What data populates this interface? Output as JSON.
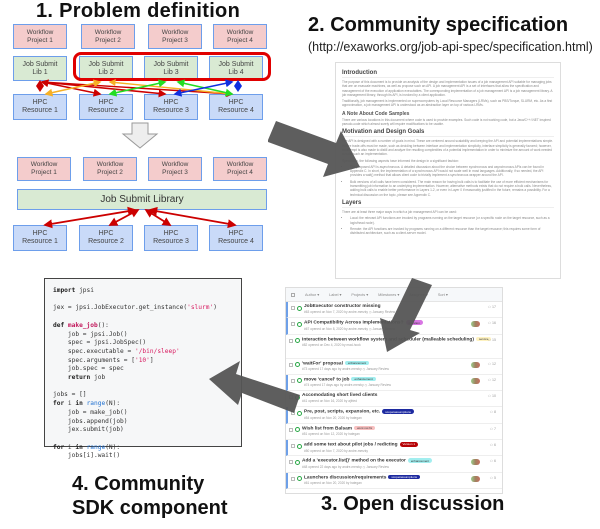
{
  "sections": {
    "problem": {
      "title": "1.   Problem definition",
      "before": {
        "workflows": [
          "Workflow\nProject 1",
          "Workflow\nProject 2",
          "Workflow\nProject 3",
          "Workflow\nProject 4"
        ],
        "libs": [
          "Job Submit\nLib 1",
          "Job Submit\nLib 2",
          "Job Submit\nLib 3",
          "Job Submit\nLib 4"
        ],
        "resources": [
          "HPC\nResource 1",
          "HPC\nResource 2",
          "HPC\nResource 3",
          "HPC\nResource 4"
        ],
        "connection_colors": [
          "#cc0000",
          "#f6b026",
          "#22dd22",
          "#1030e0"
        ],
        "highlight_color": "#e00000"
      },
      "after": {
        "workflows": [
          "Workflow\nProject 1",
          "Workflow\nProject 2",
          "Workflow\nProject 3",
          "Workflow\nProject 4"
        ],
        "library": "Job Submit Library",
        "resources": [
          "HPC\nResource 1",
          "HPC\nResource 2",
          "HPC\nResource 3",
          "HPC\nResource 4"
        ],
        "connection_color": "#cc0000"
      }
    },
    "spec": {
      "title": "2. Community specification",
      "url": "(http://exaworks.org/job-api-spec/specification.html)",
      "doc": {
        "h_intro": "Introduction",
        "p_intro1": "The purpose of this document is to provide an analysis of the design and implementation issues of a job management API suitable for managing jobs that are on exascale machines, as well as propose such an API. A job management API is a set of interfaces that allow the specification and management of the execution of application executables. The corresponding implementation of a job management API is a job management library. A job management library, through its API, is invoked by a client application.",
        "p_intro2": "Traditionally, job management is implemented on supercomputers by Local Resource Managers (LRMs), such as PBS/Torque, SLURM, etc. As a first approximation, a job management API is understood as an abstraction layer on top of various LRMs.",
        "h_note": "A Note About Code Samples",
        "p_note": "There are various locations in this document where code is used to provide examples. Such code is not working code, but a Java/C++/.NET inspired pseudo-code which almost surely will require modifications to be usable.",
        "h_motiv": "Motivation and Design Goals",
        "p_motiv": "The API is designed with a number of goals in mind. These are centered around scalability and keeping the API and potential implementations simple. Where trade-offs must be made, such as deciding between interface and implementation simplicity, interface simplicity is generally favored; however, an attempt is also made to distill and analyze the resulting complexities of a potential implementation in order to minimize the amount of work needed to write such an implementation.",
        "p_motiv2": "Specifically, the following aspects have informed the design in a significant fashion:",
        "motiv_items": [
          "The proposed API is asynchronous. A detailed discussion about the choice between synchronous and asynchronous APIs can be found in Appendix C. In short, the implementation of a synchronous API would not scale well in most languages. Additionally, if so needed, the API provides a wait() method that allows client code to trivially implement a synchronous wrapper around the API.",
          "Bulk versions of all calls have been considered. The main reason for having bulk calls is to facilitate the use of more efficient mechanisms for transmitting job information to an underlying implementation. However, alternative methods exists that do not require a bulk calls. Nevertheless, adding bulk calls to enable better performance in Layers 1-2, or even in Layer 0 if reasonably justified in the future, remains a possibility. For a technical discussion on the topic, please see Appendix C."
        ],
        "h_layers": "Layers",
        "p_layers": "There are at least three major ways in which a job management API can be used:",
        "layer_items": [
          "Local: the relevant API functions are invoked by programs running on the target resource (or a specific node on the target resource, such as a login/head node).",
          "Remote: the API functions are invoked by programs running on a different resource than the target resource; this requires some form of distributed architecture, such as a client-server model."
        ]
      }
    },
    "discussion": {
      "title": "3. Open discussion",
      "filters": [
        "Author ▾",
        "Label ▾",
        "Projects ▾",
        "Milestones ▾",
        "Assignee ▾",
        "Sort ▾"
      ],
      "issues": [
        {
          "title": "JobExecutor constructor missing",
          "meta": "#63 opened on Nov 7, 2020 by andre-merzky   ◷ January Review",
          "label": "",
          "label_color": "",
          "comments": "17",
          "avatar": false,
          "unread": true,
          "tall": false
        },
        {
          "title": "API Compatibility Across Implementations?",
          "meta": "#67 opened on Nov 8, 2020 by andre-merzky   ◷ January Review",
          "label": "question",
          "label_color": "#d876e3",
          "comments": "16",
          "avatar": true,
          "unread": true,
          "tall": false
        },
        {
          "title": "Interaction between workflow system and scheduler (malleable scheduling)",
          "meta": "#82 opened on Dec 4, 2020 by mad-hook",
          "label": "service",
          "label_color": "#fef2c0",
          "comments": "15",
          "avatar": false,
          "unread": false,
          "tall": true
        },
        {
          "title": "'waitFor' proposal",
          "meta": "#73 opened 17 days ago by andre-merzky   ◷ January Review",
          "label": "enhancement",
          "label_color": "#a2eeef",
          "comments": "12",
          "avatar": true,
          "unread": false,
          "tall": false
        },
        {
          "title": "move 'cancel' to job",
          "meta": "#74 opened 17 days ago by andre-merzky   ◷ January Review",
          "label": "enhancement",
          "label_color": "#a2eeef",
          "comments": "12",
          "avatar": true,
          "unread": true,
          "tall": false
        },
        {
          "title": "Accomodating short lived clients",
          "meta": "#41 opened on Nov 16, 2020 by ajfried",
          "label": "",
          "label_color": "",
          "comments": "10",
          "avatar": false,
          "unread": false,
          "tall": false
        },
        {
          "title": "Pre, post, scripts, expansion, etc.",
          "meta": "#54 opened on Nov 20, 2020 by hategan",
          "label": "scope/assumptions",
          "label_color": "#1d2aa0",
          "comments": "8",
          "avatar": false,
          "unread": true,
          "tall": false
        },
        {
          "title": "Wish list from Balsam",
          "meta": "#51 opened on Nov 12, 2020 by hategan",
          "label": "wont not fix",
          "label_color": "#f8c0c0",
          "comments": "7",
          "avatar": false,
          "unread": false,
          "tall": false
        },
        {
          "title": "add some text about pilot jobs / redicting",
          "meta": "#50 opened on Nov 7, 2020 by andre-merzky",
          "label": "Version 1",
          "label_color": "#b60205",
          "comments": "6",
          "avatar": false,
          "unread": true,
          "tall": false
        },
        {
          "title": "Add a 'executor.list()' method on the executor",
          "meta": "#48 opened 22 days ago by andre-merzky   ◷ January Review",
          "label": "enhancement",
          "label_color": "#a2eeef",
          "comments": "6",
          "avatar": true,
          "unread": false,
          "tall": false
        },
        {
          "title": "Launchers discussion/requirements",
          "meta": "#61 opened on Nov 20, 2020 by hategan",
          "label": "scope/assumptions",
          "label_color": "#1d2aa0",
          "comments": "5",
          "avatar": true,
          "unread": true,
          "tall": false
        }
      ]
    },
    "sdk": {
      "title_line1": "4. Community",
      "title_line2": "SDK component",
      "code": {
        "import_kw": "import",
        "import_rest": " jpsi",
        "jex_pre": "jex = jpsi.JobExecutor.get_instance(",
        "jex_str": "'slurm'",
        "jex_post": ")",
        "def_kw": "def",
        "def_fn": "make_job",
        "def_post": "():",
        "l_job": "    job = jpsi.Job()",
        "l_spec": "    spec = jpsi.JobSpec()",
        "l_exec_pre": "    spec.executable = ",
        "l_exec_str": "'/bin/sleep'",
        "l_args_pre": "    spec.arguments = [",
        "l_args_str": "'10'",
        "l_args_post": "]",
        "l_jobspec": "    job.spec = spec",
        "ret_kw": "return",
        "ret_rest": " job",
        "l_jobs": "jobs = []",
        "for_kw": "for",
        "for_mid": " i ",
        "in_kw": "in",
        "range_bi": "range",
        "for_post": "(N):",
        "l_mk": "    job = make_job()",
        "l_app": "    jobs.append(job)",
        "l_sub": "    jex.submit(job)",
        "l_wait": "    jobs[i].wait()"
      }
    }
  },
  "colors": {
    "workflow_fill": "#f4cccc",
    "lib_fill": "#d9ead3",
    "hpc_fill": "#c9daf8",
    "box_border": "#6d9eeb",
    "big_arrow": "#555555",
    "down_arrow_fill": "#eeeeee"
  }
}
